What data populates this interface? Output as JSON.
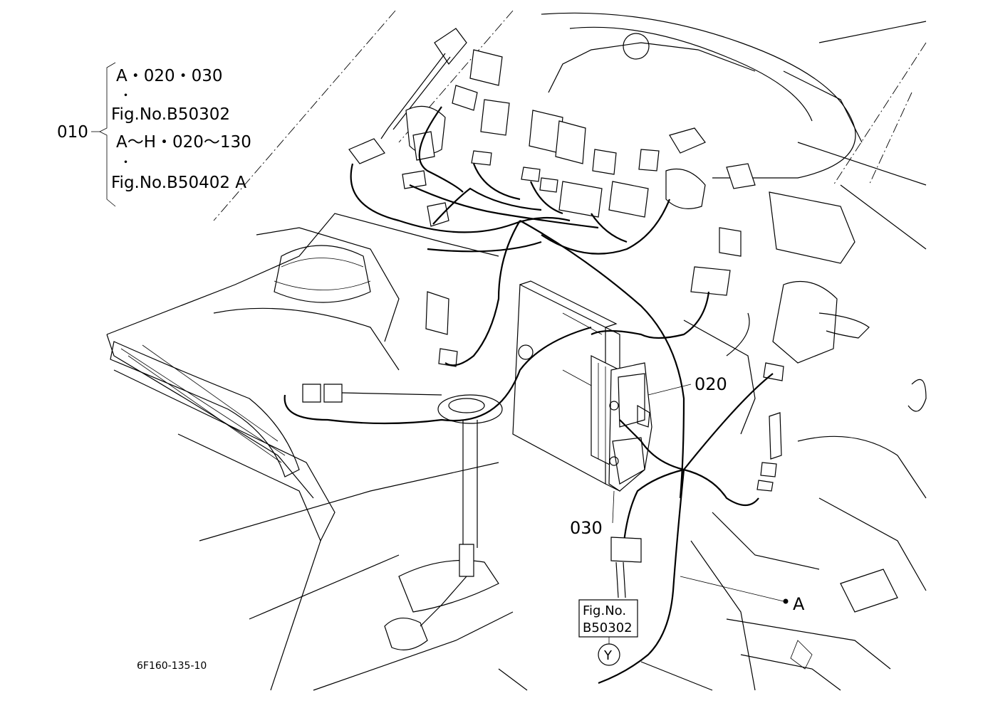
{
  "diagram": {
    "callout_010": {
      "part_no": "010",
      "line1": "A・020・030",
      "bullet1": "・",
      "line2": "Fig.No.B50302",
      "line3": "A〜H・020〜130",
      "bullet2": "・",
      "line4": "Fig.No.B50402  A"
    },
    "label_020": "020",
    "label_030": "030",
    "label_A": "A",
    "ref_box": {
      "line1": "Fig.No.",
      "line2": "B50302",
      "marker": "Y"
    },
    "drawing_id": "6F160-135-10"
  }
}
